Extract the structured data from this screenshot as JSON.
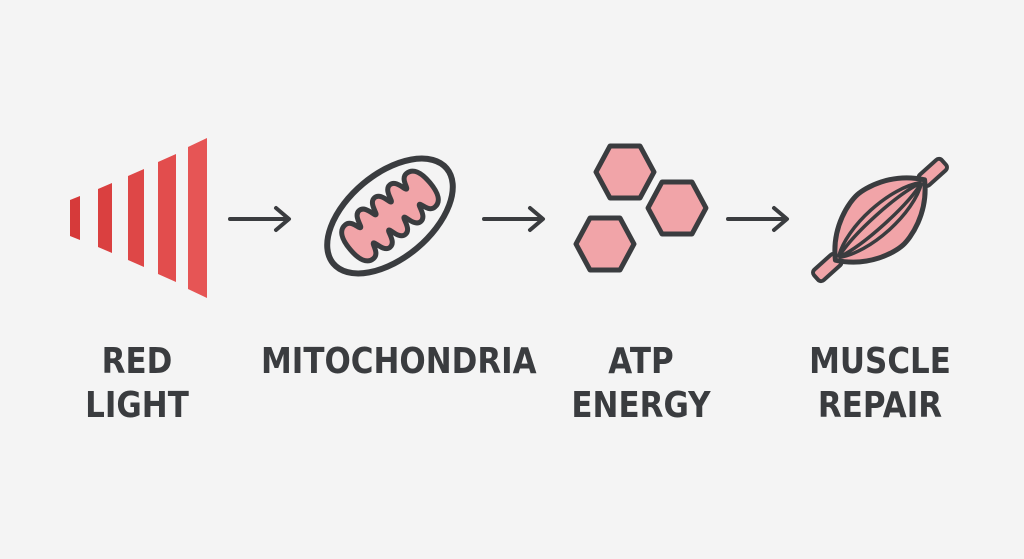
{
  "colors": {
    "background": "#f4f4f4",
    "outline": "#3a3c3f",
    "red_light": "#e04848",
    "pink_fill": "#f1a4a8",
    "label_text": "#3a3c3f"
  },
  "steps": [
    {
      "icon": "red-light-icon",
      "lines": [
        "RED",
        "LIGHT"
      ]
    },
    {
      "icon": "mitochondria-icon",
      "lines": [
        "MITOCHONDRIA"
      ]
    },
    {
      "icon": "atp-hexagon-icon",
      "lines": [
        "ATP",
        "ENERGY"
      ]
    },
    {
      "icon": "muscle-icon",
      "lines": [
        "MUSCLE",
        "REPAIR"
      ]
    }
  ],
  "arrows": [
    "arrow-right-icon",
    "arrow-right-icon",
    "arrow-right-icon"
  ]
}
